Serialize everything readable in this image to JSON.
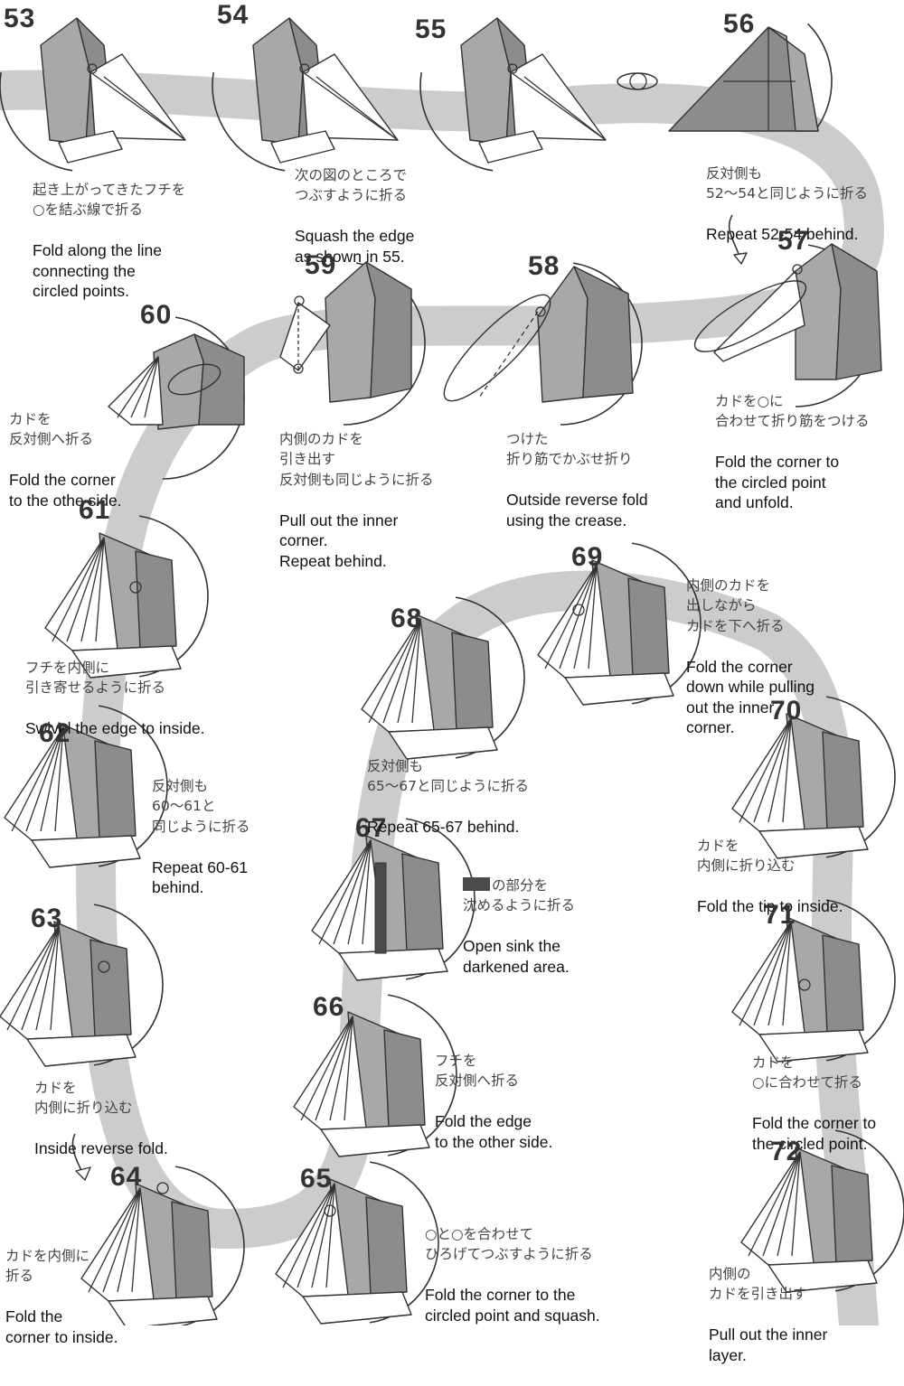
{
  "colors": {
    "path": "#cccccc",
    "paper_dark": "#8c8c8c",
    "paper_mid": "#a8a8a8",
    "paper_white": "#ffffff",
    "outline": "#333333",
    "sink": "#4a4a4a"
  },
  "steps": [
    {
      "num": "53",
      "jp": "起き上がってきたフチを\n○を結ぶ線で折る",
      "en": "Fold along the line\nconnecting the\ncircled points."
    },
    {
      "num": "54",
      "jp": "次の図のところで\nつぶすように折る",
      "en": "Squash the edge\nas shown in 55."
    },
    {
      "num": "55",
      "jp": "",
      "en": ""
    },
    {
      "num": "56",
      "jp": "反対側も\n52～54と同じように折る",
      "en": "Repeat 52-54 behind."
    },
    {
      "num": "57",
      "jp": "カドを○に\n合わせて折り筋をつける",
      "en": "Fold the corner to\nthe circled point\nand unfold."
    },
    {
      "num": "58",
      "jp": "つけた\n折り筋でかぶせ折り",
      "en": "Outside reverse fold\nusing the crease."
    },
    {
      "num": "59",
      "jp": "内側のカドを\n引き出す\n反対側も同じように折る",
      "en": "Pull out the inner\ncorner.\nRepeat behind."
    },
    {
      "num": "60",
      "jp": "カドを\n反対側へ折る",
      "en": "Fold the corner\nto the othe side."
    },
    {
      "num": "61",
      "jp": "フチを内側に\n引き寄せるように折る",
      "en": "Swivel the edge to inside."
    },
    {
      "num": "62",
      "jp": "反対側も\n60～61と\n同じように折る",
      "en": "Repeat 60-61\nbehind."
    },
    {
      "num": "63",
      "jp": "カドを\n内側に折り込む",
      "en": "Inside reverse fold."
    },
    {
      "num": "64",
      "jp": "カドを内側に\n折る",
      "en": "Fold the\ncorner to inside."
    },
    {
      "num": "65",
      "jp": "○と○を合わせて\nひろげてつぶすように折る",
      "en": "Fold the corner to the\ncircled point and squash."
    },
    {
      "num": "66",
      "jp": "フチを\n反対側へ折る",
      "en": "Fold the edge\nto the other side."
    },
    {
      "num": "67",
      "jp": "の部分を\n沈めるように折る",
      "en": "Open sink the\ndarkened area."
    },
    {
      "num": "68",
      "jp": "反対側も\n65～67と同じように折る",
      "en": "Repeat 65-67 behind."
    },
    {
      "num": "69",
      "jp": "内側のカドを\n出しながら\nカドを下へ折る",
      "en": "Fold the corner\ndown while pulling\nout the inner\ncorner."
    },
    {
      "num": "70",
      "jp": "カドを\n内側に折り込む",
      "en": "Fold the tip to inside."
    },
    {
      "num": "71",
      "jp": "カドを\n○に合わせて折る",
      "en": "Fold the corner to\nthe circled point."
    },
    {
      "num": "72",
      "jp": "内側の\nカドを引き出す",
      "en": "Pull out the inner\nlayer."
    }
  ]
}
